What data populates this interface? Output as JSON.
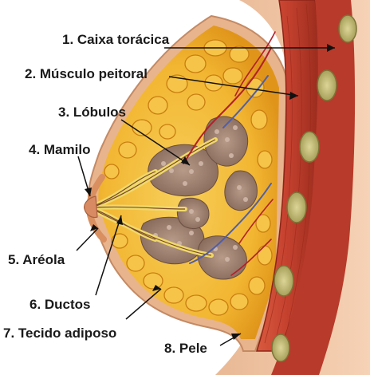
{
  "labels": [
    {
      "id": "1",
      "text": "1. Caixa torácica"
    },
    {
      "id": "2",
      "text": "2. Músculo peitoral"
    },
    {
      "id": "3",
      "text": "3. Lóbulos"
    },
    {
      "id": "4",
      "text": "4. Mamilo"
    },
    {
      "id": "5",
      "text": "5. Aréola"
    },
    {
      "id": "6",
      "text": "6. Ductos"
    },
    {
      "id": "7",
      "text": "7. Tecido adiposo"
    },
    {
      "id": "8",
      "text": "8. Pele"
    }
  ],
  "colors": {
    "skin": "#f0c7a8",
    "skin_edge": "#c98e68",
    "fat": "#f2b632",
    "fat_dark": "#d98a12",
    "muscle": "#c4402e",
    "muscle_dark": "#8e2418",
    "rib": "#c7c07a",
    "lobule": "#9c8070",
    "duct": "#f0d96a",
    "vessel_red": "#b3202a",
    "vessel_blue": "#4f5fa8",
    "areola": "#d98f60",
    "leader": "#111111"
  }
}
